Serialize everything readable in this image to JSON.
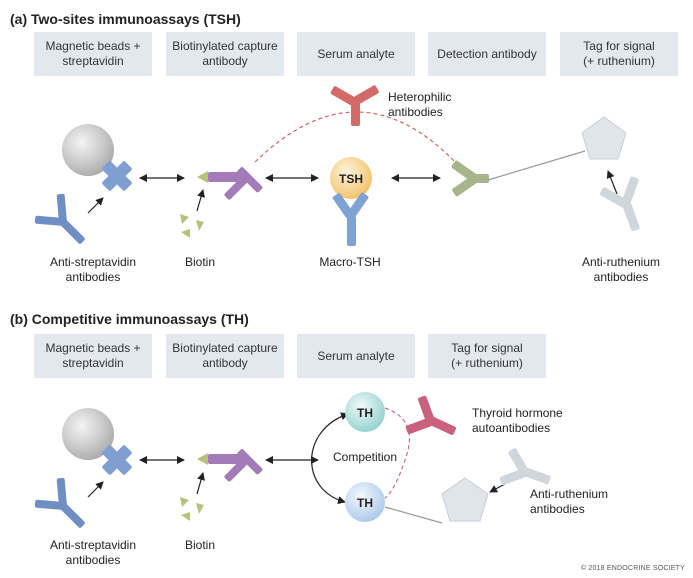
{
  "panel_a": {
    "title": "(a)  Two-sites immunoassays (TSH)",
    "headers": [
      "Magnetic beads +\nstreptavidin",
      "Biotinylated capture\nantibody",
      "Serum analyte",
      "Detection antibody",
      "Tag for signal\n(+ ruthenium)"
    ],
    "labels": {
      "anti_streptavidin": "Anti-streptavidin\nantibodies",
      "biotin": "Biotin",
      "macro_tsh": "Macro-TSH",
      "heterophilic": "Heterophilic\nantibodies",
      "anti_ruthenium": "Anti-ruthenium\nantibodies",
      "analyte_symbol": "TSH"
    }
  },
  "panel_b": {
    "title": "(b)  Competitive immunoassays (TH)",
    "headers": [
      "Magnetic beads +\nstreptavidin",
      "Biotinylated capture\nantibody",
      "Serum analyte",
      "Tag for signal\n(+ ruthenium)"
    ],
    "labels": {
      "anti_streptavidin": "Anti-streptavidin\nantibodies",
      "biotin": "Biotin",
      "competition": "Competition",
      "thyroid_autoantibodies": "Thyroid hormone\nautoantibodies",
      "anti_ruthenium": "Anti-ruthenium\nantibodies",
      "th_top": "TH",
      "th_bottom": "TH"
    }
  },
  "credit": "© 2018  ENDOCRINE SOCIETY",
  "colors": {
    "header_bg": "#e3e8ef",
    "bead": "#c9c9c9",
    "streptavidin": "#7f9fd0",
    "anti_streptavidin": "#6e8ec4",
    "capture_antibody": "#a27bb8",
    "biotin": "#b9c07a",
    "tsh": "#f4c97a",
    "macro_tsh_antibody": "#7ea2d4",
    "heterophilic": "#d46a68",
    "detection_antibody": "#a7b58a",
    "ruthenium_tag": "#e0e5ea",
    "anti_ruthenium": "#cfd6dc",
    "th": "#b6e3e0",
    "th_bottom": "#cfe0f3",
    "autoantibody": "#c8607e"
  }
}
